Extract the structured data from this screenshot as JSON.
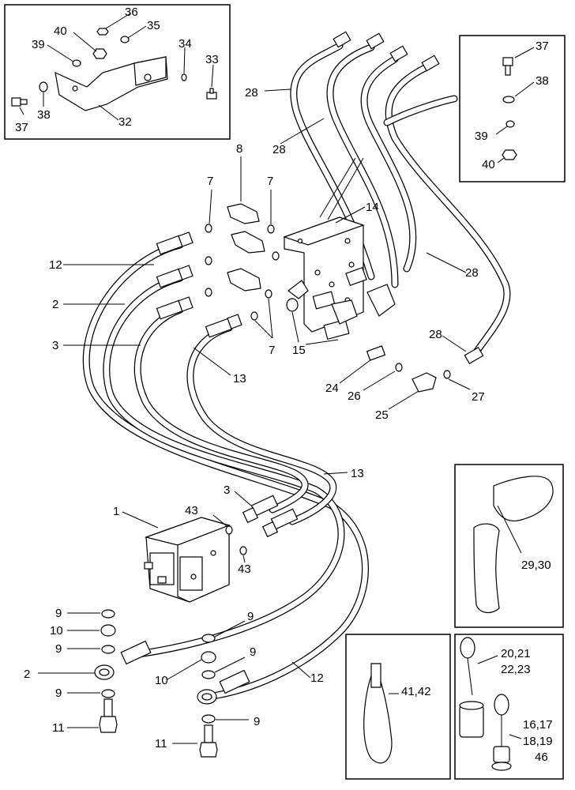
{
  "callouts": {
    "c1": "1",
    "c2a": "2",
    "c2b": "2",
    "c3a": "3",
    "c3b": "3",
    "c7a": "7",
    "c7b": "7",
    "c7c": "7",
    "c8": "8",
    "c9a": "9",
    "c9b": "9",
    "c9c": "9",
    "c9d": "9",
    "c9e": "9",
    "c9f": "9",
    "c10a": "10",
    "c10b": "10",
    "c11a": "11",
    "c11b": "11",
    "c12a": "12",
    "c12b": "12",
    "c13a": "13",
    "c13b": "13",
    "c14": "14",
    "c15": "15",
    "c24": "24",
    "c25": "25",
    "c26": "26",
    "c27": "27",
    "c28a": "28",
    "c28b": "28",
    "c28c": "28",
    "c28d": "28",
    "c32": "32",
    "c33": "33",
    "c34": "34",
    "c35": "35",
    "c36": "36",
    "c37a": "37",
    "c37b": "37",
    "c38a": "38",
    "c38b": "38",
    "c39a": "39",
    "c39b": "39",
    "c40a": "40",
    "c40b": "40",
    "c43a": "43",
    "c43b": "43",
    "c2930": "29,30",
    "c4142": "41,42",
    "c2021": "20,21",
    "c2223": "22,23",
    "c1617": "16,17",
    "c1819": "18,19",
    "c46": "46"
  }
}
